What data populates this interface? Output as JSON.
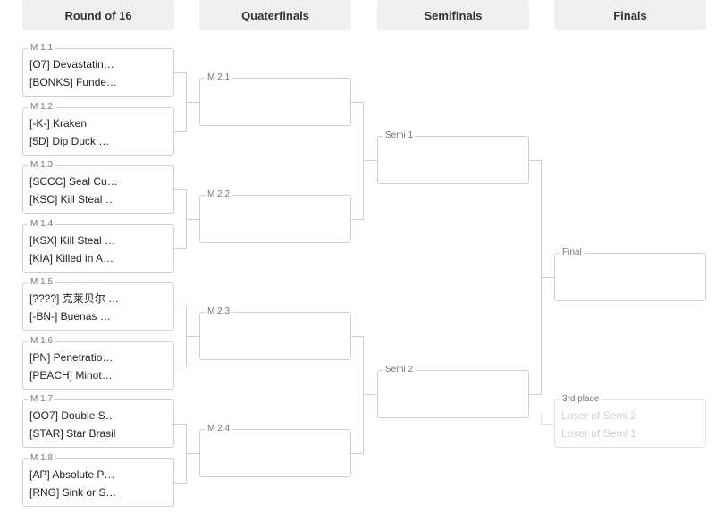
{
  "rounds": [
    {
      "label": "Round of 16"
    },
    {
      "label": "Quaterfinals"
    },
    {
      "label": "Semifinals"
    },
    {
      "label": "Finals"
    }
  ],
  "round16": [
    {
      "label": "M 1.1",
      "team1": "[O7] Devastatin…",
      "team2": "[BONKS] Funde…"
    },
    {
      "label": "M 1.2",
      "team1": "[-K-] Kraken",
      "team2": "[5D] Dip Duck …"
    },
    {
      "label": "M 1.3",
      "team1": "[SCCC] Seal Cu…",
      "team2": "[KSC] Kill Steal …"
    },
    {
      "label": "M 1.4",
      "team1": "[KSX] Kill Steal …",
      "team2": "[KIA] Killed in A…"
    },
    {
      "label": "M 1.5",
      "team1": "[????] 克莱贝尔 …",
      "team2": "[-BN-] Buenas …"
    },
    {
      "label": "M 1.6",
      "team1": "[PN] Penetratio…",
      "team2": "[PEACH] Minot…"
    },
    {
      "label": "M 1.7",
      "team1": "[OO7] Double S…",
      "team2": "[STAR] Star Brasil"
    },
    {
      "label": "M 1.8",
      "team1": "[AP] Absolute P…",
      "team2": "[RNG] Sink or S…"
    }
  ],
  "quarterfinals": [
    {
      "label": "M 2.1",
      "team1": "",
      "team2": ""
    },
    {
      "label": "M 2.2",
      "team1": "",
      "team2": ""
    },
    {
      "label": "M 2.3",
      "team1": "",
      "team2": ""
    },
    {
      "label": "M 2.4",
      "team1": "",
      "team2": ""
    }
  ],
  "semifinals": [
    {
      "label": "Semi 1",
      "team1": "",
      "team2": ""
    },
    {
      "label": "Semi 2",
      "team1": "",
      "team2": ""
    }
  ],
  "final": {
    "label": "Final",
    "team1": "",
    "team2": ""
  },
  "third_place": {
    "label": "3rd place",
    "team1": "Loser of Semi 2",
    "team2": "Loser of Semi 1"
  }
}
